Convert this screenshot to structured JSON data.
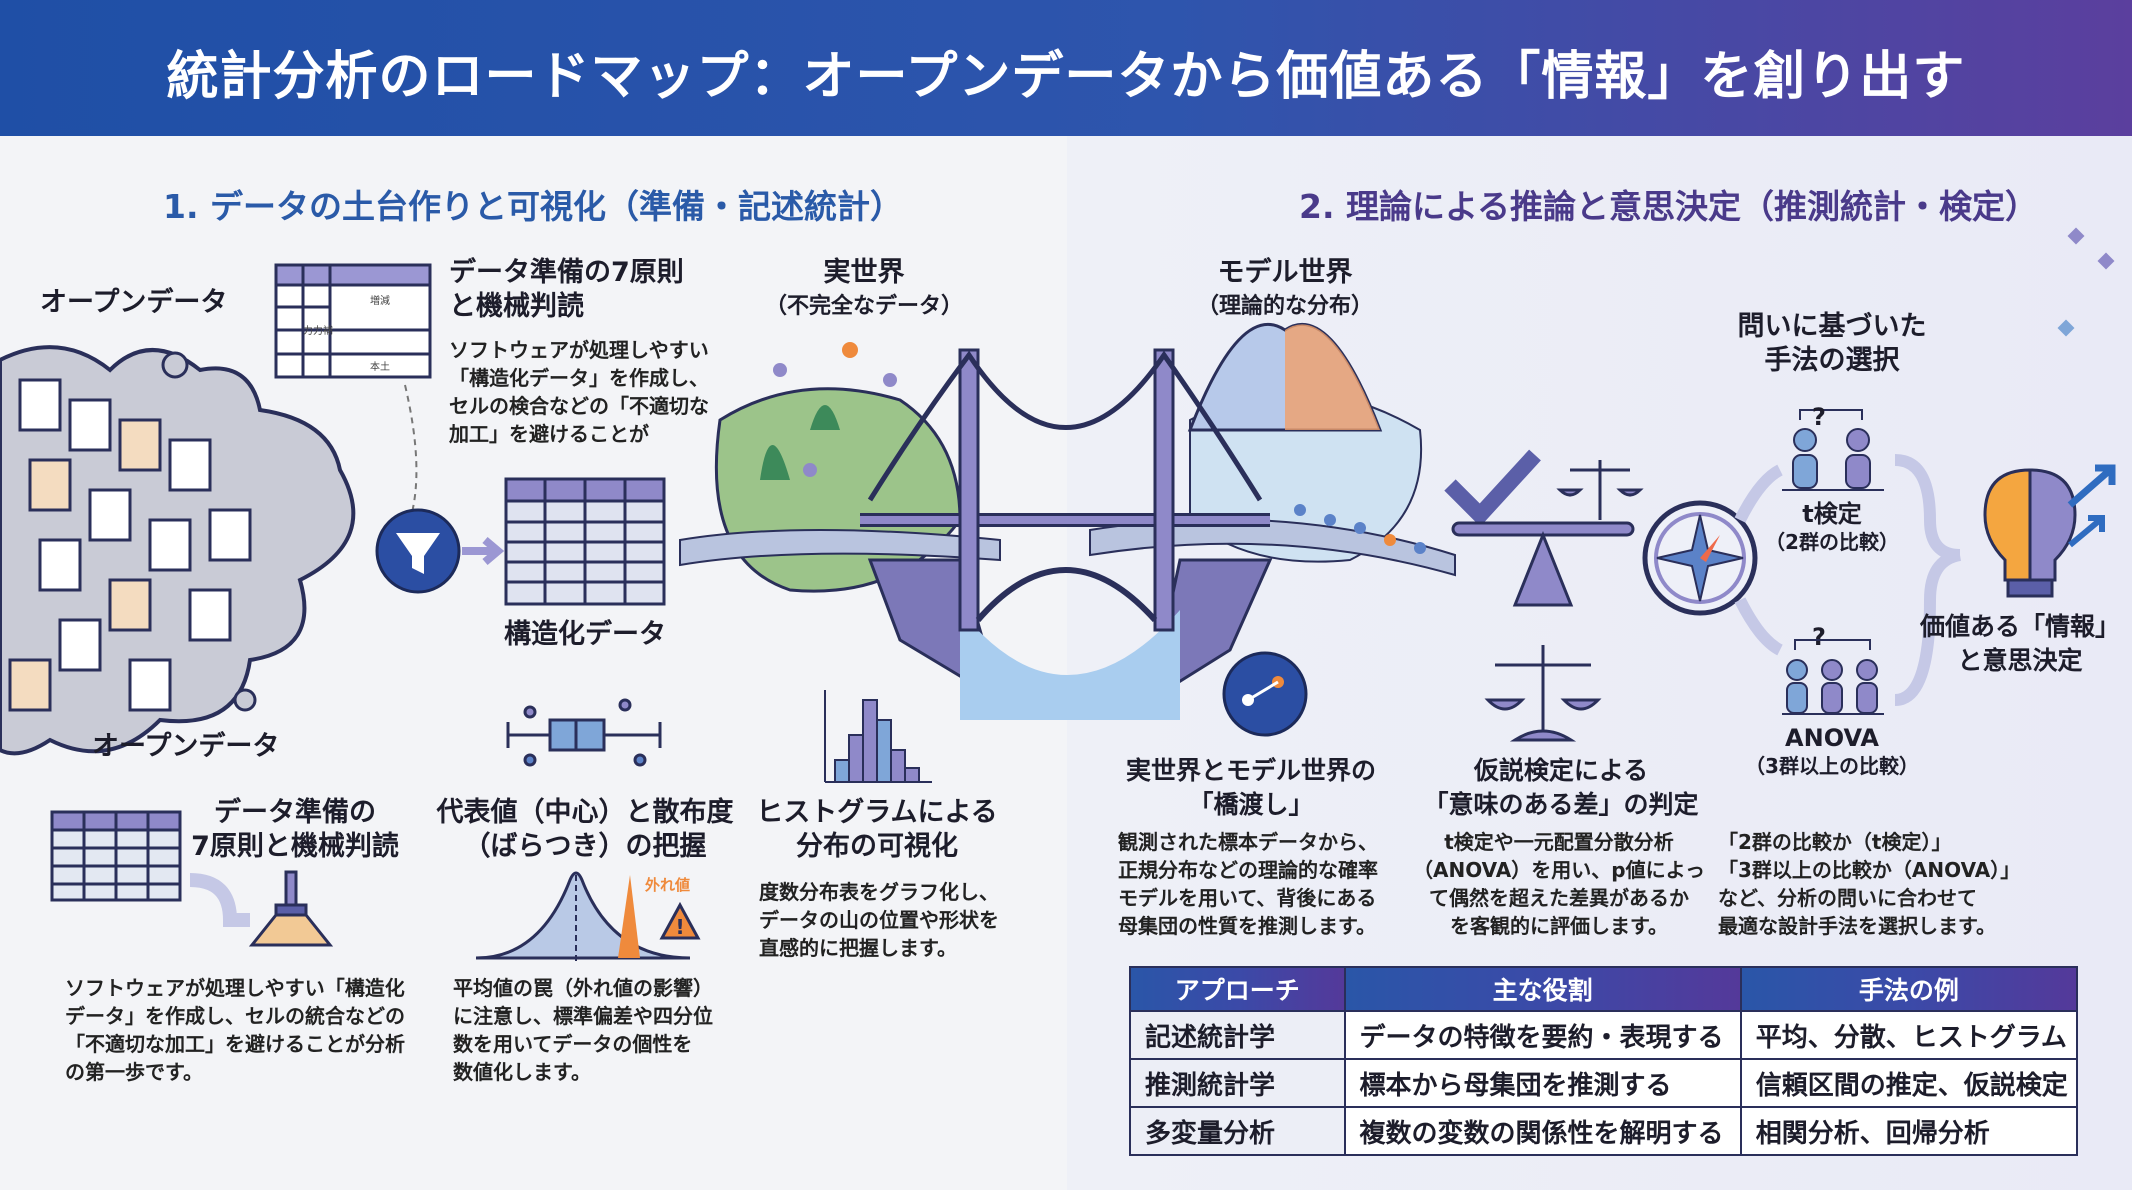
{
  "title": "統計分析のロードマップ：オープンデータから価値ある「情報」を創り出す",
  "section1": "1. データの土台作りと可視化（準備・記述統計）",
  "section2": "2. 理論による推論と意思決定（推測統計・検定）",
  "left": {
    "open_data_top": "オープンデータ",
    "open_data_bottom": "オープンデータ",
    "prep_title_1": "データ準備の7原則",
    "prep_title_2": "と機械判読",
    "prep_desc": [
      "ソフトウェアが処理しやすい",
      "「構造化データ」を作成し、",
      "セルの検合などの「不適切な",
      "加工」を避けることが"
    ],
    "table_icon_labels": [
      "増減",
      "力力補",
      "本土"
    ],
    "structured": "構造化データ",
    "real_world": "実世界",
    "real_world_sub": "（不完全なデータ）",
    "model_world": "モデル世界",
    "model_world_sub": "（理論的な分布）"
  },
  "cards1": [
    {
      "title": [
        "データ準備の",
        "7原則と機械判読"
      ],
      "text": [
        "ソフトウェアが処理しやすい「構造化",
        "データ」を作成し、セルの統合などの",
        "「不適切な加工」を避けることが分析",
        "の第一歩です。"
      ]
    },
    {
      "title": [
        "代表値（中心）と散布度",
        "（ばらつき）の把握"
      ],
      "text": [
        "平均値の罠（外れ値の影響）",
        "に注意し、標準偏差や四分位",
        "数を用いてデータの個性を",
        "数値化します。"
      ],
      "outlier": "外れ値"
    },
    {
      "title": [
        "ヒストグラムによる",
        "分布の可視化"
      ],
      "text": [
        "度数分布表をグラフ化し、",
        "データの山の位置や形状を",
        "直感的に把握します。"
      ]
    }
  ],
  "right": {
    "selection_title": [
      "問いに基づいた",
      "手法の選択"
    ],
    "t_test": "t検定",
    "t_test_sub": "（2群の比較）",
    "anova": "ANOVA",
    "anova_sub": "（3群以上の比較）",
    "q": "?",
    "value_info": [
      "価値ある「情報」",
      "と意思決定"
    ]
  },
  "cards2": [
    {
      "title": [
        "実世界とモデル世界の",
        "「橋渡し」"
      ],
      "text": [
        "観測された標本データから、",
        "正規分布などの理論的な確率",
        "モデルを用いて、背後にある",
        "母集団の性質を推測します。"
      ]
    },
    {
      "title": [
        "仮説検定による",
        "「意味のある差」の判定"
      ],
      "text": [
        "t検定や一元配置分散分析",
        "（ANOVA）を用い、p値によっ",
        "て偶然を超えた差異があるか",
        "を客観的に評価します。"
      ]
    },
    {
      "title": [],
      "text": [
        "「2群の比較か（t検定）」",
        "「3群以上の比較か（ANOVA）」",
        "など、分析の問いに合わせて",
        "最適な設計手法を選択します。"
      ]
    }
  ],
  "table": {
    "headers": [
      "アプローチ",
      "主な役割",
      "手法の例"
    ],
    "rows": [
      [
        "記述統計学",
        "データの特徴を要約・表現する",
        "平均、分散、ヒストグラム"
      ],
      [
        "推測統計学",
        "標本から母集団を推測する",
        "信頼区間の推定、仮説検定"
      ],
      [
        "多変量分析",
        "複数の変数の関係性を解明する",
        "相関分析、回帰分析"
      ]
    ]
  },
  "colors": {
    "blue": "#2a5aa8",
    "purple": "#5b3f9e",
    "lavender": "#8f89c9",
    "orange": "#ef8a3c"
  }
}
